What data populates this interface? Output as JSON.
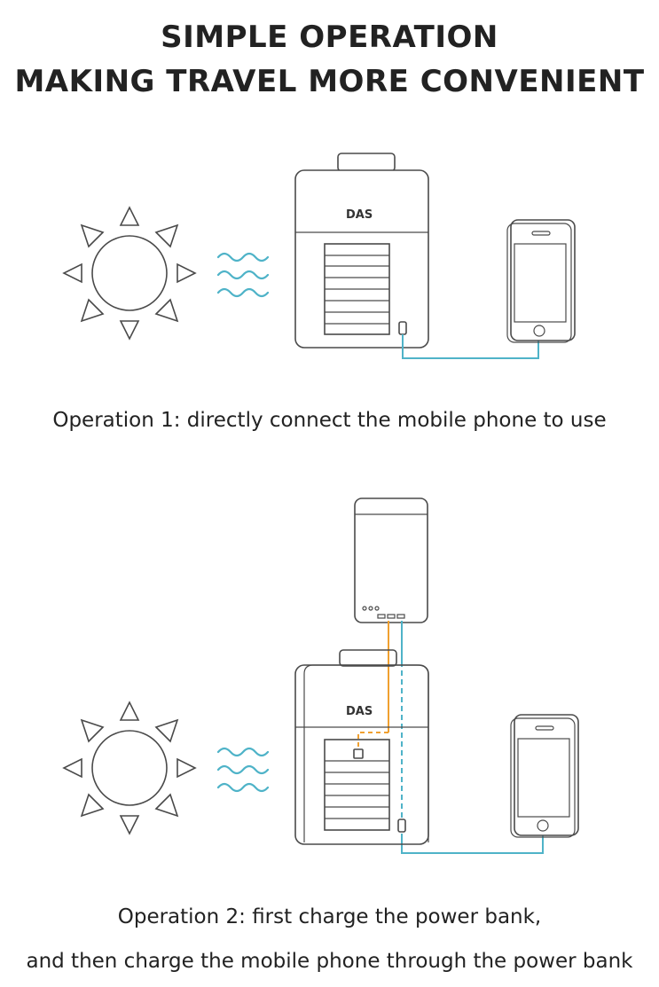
{
  "heading": {
    "line1": "SIMPLE OPERATION",
    "line2": "MAKING TRAVEL MORE CONVENIENT"
  },
  "operation1": {
    "caption": "Operation 1: directly connect the mobile phone to use",
    "icons": [
      "sun-icon",
      "heat-wave-icon",
      "solar-device-icon",
      "mobile-phone-icon",
      "cable-icon"
    ]
  },
  "operation2": {
    "caption_line1": "Operation 2: first charge the power bank,",
    "caption_line2": "and then charge the mobile phone through the power bank",
    "icons": [
      "sun-icon",
      "heat-wave-icon",
      "power-bank-icon",
      "solar-device-icon",
      "mobile-phone-icon",
      "cable-icon"
    ]
  },
  "device_logo": "DAS",
  "colors": {
    "cable_blue": "#4fb3c8",
    "cable_orange": "#f0a030",
    "outline": "#4a4a4a"
  }
}
